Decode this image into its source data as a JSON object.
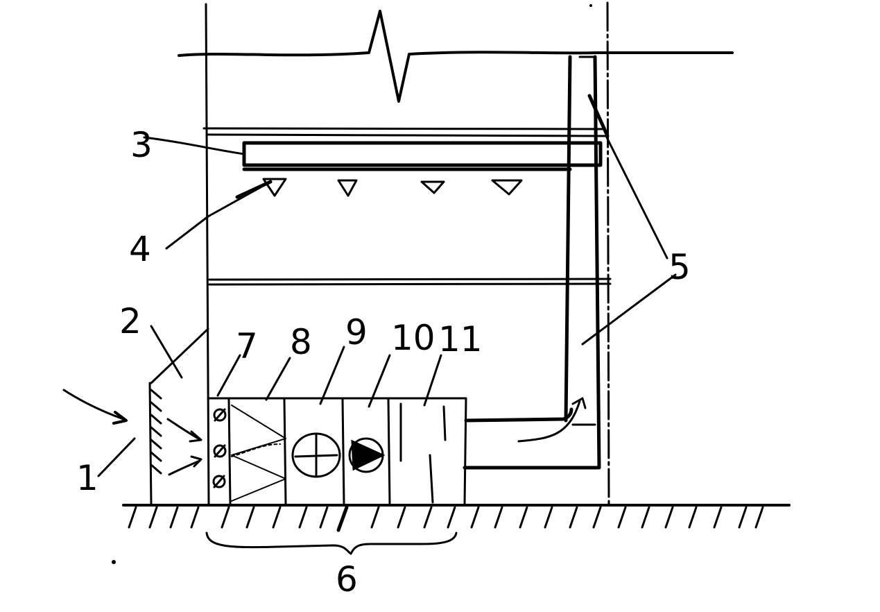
{
  "labels": {
    "l1": "1",
    "l2": "2",
    "l3": "3",
    "l4": "4",
    "l5": "5",
    "l6": "6",
    "l7": "7",
    "l8": "8",
    "l9": "9",
    "l10": "10",
    "l11": "11"
  },
  "colors": {
    "ink": "#000000",
    "paper": "#ffffff"
  }
}
